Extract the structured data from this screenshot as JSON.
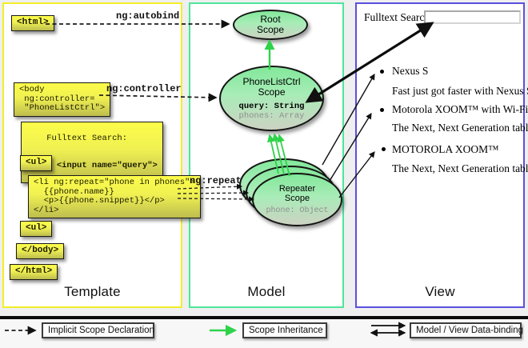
{
  "template_panel": {
    "label": "Template",
    "code_boxes": {
      "html_open": "<html>",
      "body_open": "<body\n ng:controller=\n \"PhoneListCtrl\">",
      "fulltext_line1": "Fulltext Search:",
      "fulltext_line2": "  <input name=\"query\">",
      "ul_open": "<ul>",
      "li_repeat": "<li ng:repeat=\"phone in phones\">\n  {{phone.name}}\n  <p>{{phone.snippet}}</p>\n</li>",
      "ul_close": "<ul>",
      "body_close": "</body>",
      "html_close": "</html>"
    },
    "arrow_labels": {
      "autobind": "ng:autobind",
      "controller": "ng:controller",
      "repeat": "ng:repeat"
    }
  },
  "model_panel": {
    "label": "Model",
    "root_scope": {
      "title": "Root\nScope"
    },
    "phonelist_scope": {
      "title": "PhoneListCtrl\nScope",
      "prop_query": "query: String",
      "prop_phones": "phones: Array"
    },
    "repeater_scope": {
      "title": "Repeater\nScope",
      "prop_phone": "phone: Object"
    }
  },
  "view_panel": {
    "label": "View",
    "search_label": "Fulltext Search:",
    "search_value": "",
    "items": [
      {
        "title": "Nexus S",
        "desc": "Fast just got faster with Nexus S."
      },
      {
        "title": "Motorola XOOM™  with Wi-Fi",
        "desc": "The Next, Next Generation tablet."
      },
      {
        "title": "MOTOROLA XOOM™",
        "desc": "The Next, Next Generation tablet."
      }
    ]
  },
  "legend": {
    "implicit": "Implicit Scope Declaration",
    "inheritance": "Scope Inheritance",
    "databinding": "Model / View Data-binding"
  },
  "colors": {
    "template_border": "#f2ee2a",
    "model_border": "#4de69a",
    "view_border": "#5a4fe0",
    "scope_green": "#2ed34a",
    "arrow_black": "#111111",
    "code_yellow": "#f4f44c"
  }
}
